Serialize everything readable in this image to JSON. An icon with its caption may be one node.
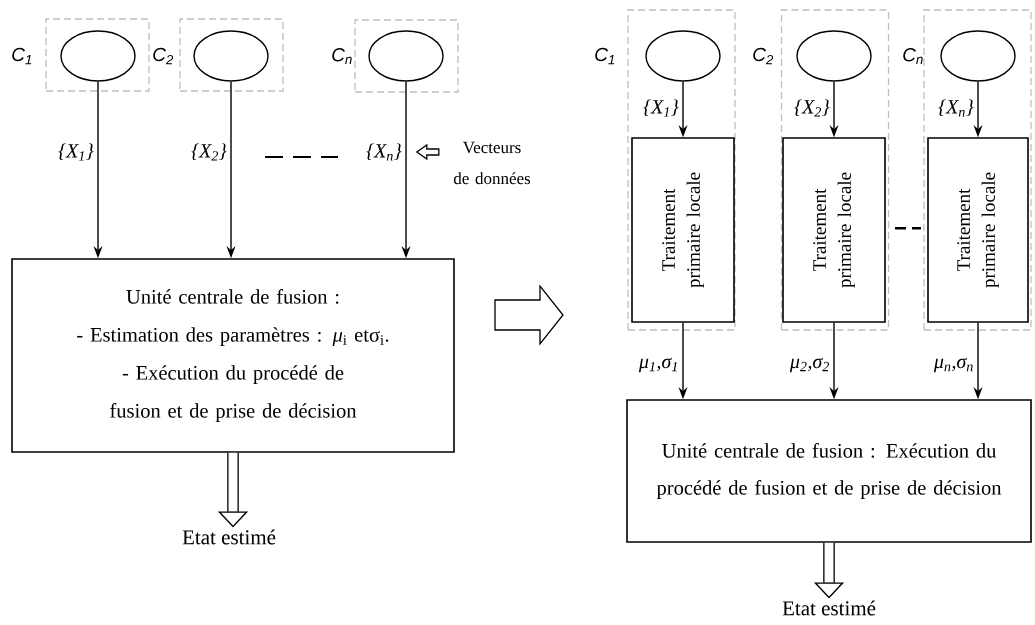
{
  "diagram": {
    "nodes": [
      {
        "text": [
          "C$_{1}$"
        ]
      },
      {
        "text": [],
        "shape": "ellipse",
        "in": 0
      },
      {
        "text": [
          "C$_{2}$"
        ]
      },
      {
        "text": [],
        "shape": "ellipse",
        "in": 2
      },
      {
        "text": [
          "C$_{n}$"
        ]
      },
      {
        "text": [],
        "shape": "ellipse",
        "in": 4
      },
      {
        "text": [
          "Unité centrale de fusion :",
          "- Estimation des paramètres : *μ*$_{i}$ etσ$_{i}$.",
          "- Exécution du procédé de fusion et de prise de décision"
        ]
      },
      {
        "text": [
          "Etat estimé"
        ]
      },
      {
        "text": [
          "Vecteurs de données"
        ]
      },
      {
        "text": [
          "C$_{1}$"
        ]
      },
      {
        "text": [],
        "shape": "ellipse",
        "in": 9
      },
      {
        "text": [
          "Traitement primaire locale"
        ],
        "in": 9
      },
      {
        "text": [
          "C$_{2}$"
        ]
      },
      {
        "text": [],
        "shape": "ellipse",
        "in": 12
      },
      {
        "text": [
          "Traitement primaire locale"
        ],
        "in": 12
      },
      {
        "text": [
          "C$_{n}$"
        ]
      },
      {
        "text": [],
        "shape": "ellipse",
        "in": 15
      },
      {
        "text": [
          "Traitement primaire locale"
        ],
        "in": 15
      },
      {
        "text": [
          "Unité centrale de fusion : Exécution du procédé de fusion et de prise de décision"
        ]
      },
      {
        "text": [
          "Etat estimé"
        ]
      }
    ],
    "edges": [
      {
        "from": 1,
        "to": 6,
        "arrow": "to",
        "label": "{*X*$_{1}$}"
      },
      {
        "from": 3,
        "to": 6,
        "arrow": "to",
        "label": "{*X*$_{2}$}"
      },
      {
        "from": 5,
        "to": 6,
        "arrow": "to",
        "label": "{*X*$_{n}$}"
      },
      {
        "from": 6,
        "to": 7,
        "arrow": "to",
        "style": "thick"
      },
      {
        "from": 8,
        "to": null,
        "arrow": "to",
        "style": "thick"
      },
      {
        "from": 10,
        "to": 11,
        "arrow": "to",
        "label": "{*X*$_{1}$}"
      },
      {
        "from": 13,
        "to": 14,
        "arrow": "to",
        "label": "{*X*$_{2}$}"
      },
      {
        "from": 16,
        "to": 17,
        "arrow": "to",
        "label": "{*X*$_{n}$}"
      },
      {
        "from": 11,
        "to": 18,
        "arrow": "to",
        "label": "μ$_{1}$,σ$_{1}$"
      },
      {
        "from": 14,
        "to": 18,
        "arrow": "to",
        "label": "μ$_{2}$,σ$_{2}$"
      },
      {
        "from": 17,
        "to": 18,
        "arrow": "to",
        "label": "μ$_{n}$,σ$_{n}$"
      },
      {
        "from": 18,
        "to": 19,
        "arrow": "to",
        "style": "thick"
      }
    ]
  }
}
